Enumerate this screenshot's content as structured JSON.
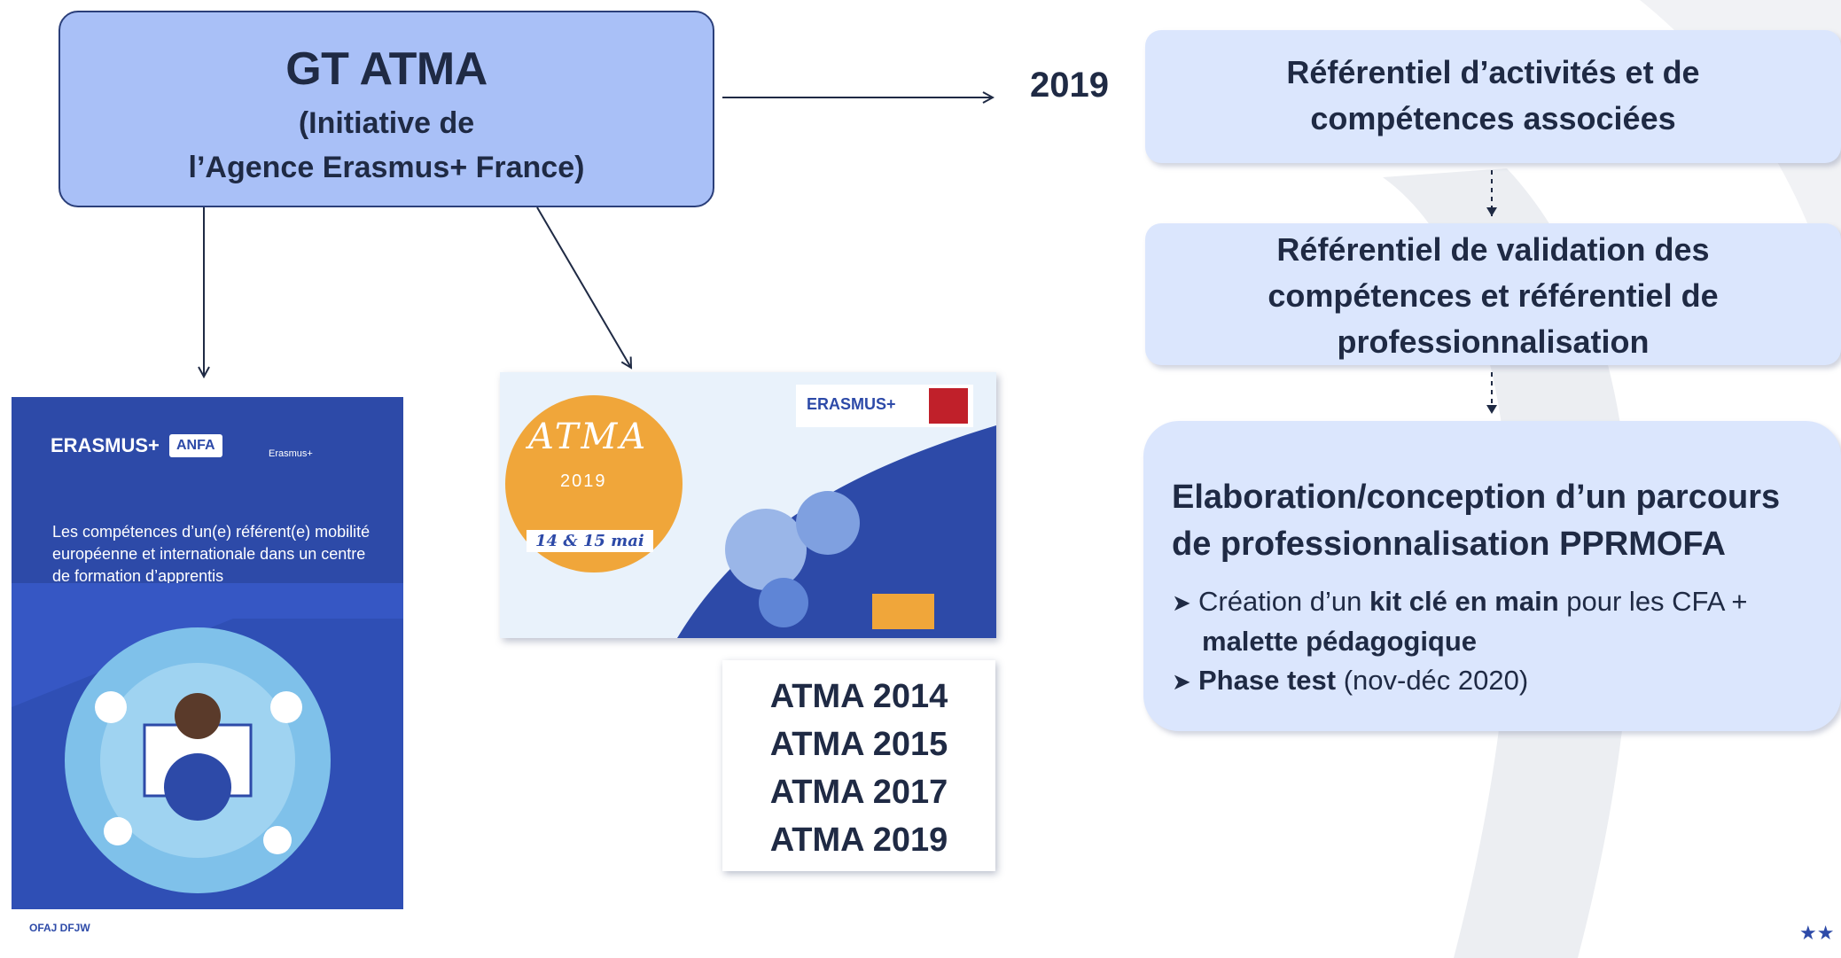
{
  "gt_box": {
    "title": "GT ATMA",
    "subtitle_line1": "(Initiative de",
    "subtitle_line2": "l’Agence Erasmus+ France)"
  },
  "year_label": "2019",
  "ref_boxes": {
    "activities": {
      "line1": "Référentiel d’activités et de",
      "line2": "compétences associées"
    },
    "validation": {
      "line1": "Référentiel de validation des",
      "line2": "compétences et référentiel de",
      "line3": "professionnalisation"
    },
    "elaboration": {
      "title_line1": "Elaboration/conception d’un parcours",
      "title_line2": "de professionnalisation PPRMOFA",
      "bullets": [
        {
          "pre": "Création d’un ",
          "bold": "kit clé en main",
          "post": " pour les CFA +",
          "cont_bold": "malette pédagogique"
        },
        {
          "bold": "Phase test",
          "post": " (nov-déc 2020)"
        }
      ]
    }
  },
  "brochure": {
    "logo_erasmus": "ERASMUS+",
    "logo_anfa": "ANFA",
    "logo_eu": "Erasmus+",
    "text": "Les compétences d’un(e) référent(e) mobilité européenne et internationale dans un centre de formation d’apprentis",
    "footer": "OFAJ DFJW"
  },
  "atma_image": {
    "word": "ATMA",
    "year": "2019",
    "date": "14 & 15 mai",
    "logo": "ERASMUS+"
  },
  "atma_editions": [
    "ATMA 2014",
    "ATMA 2015",
    "ATMA 2017",
    "ATMA 2019"
  ],
  "colors": {
    "title_box_fill": "#a9c0f7",
    "title_box_border": "#2b3f7a",
    "ref_box_fill": "#dbe6fd",
    "text": "#1f2a44"
  }
}
